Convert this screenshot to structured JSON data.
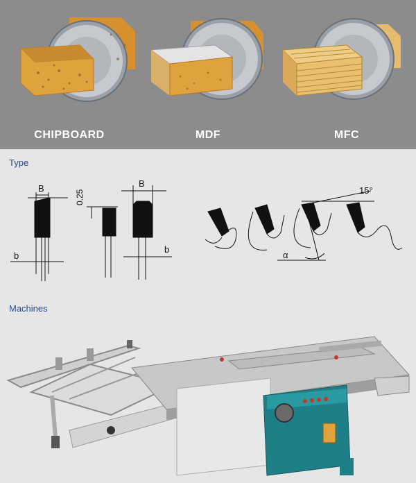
{
  "materials": [
    {
      "label": "CHIPBOARD"
    },
    {
      "label": "MDF"
    },
    {
      "label": "MFC"
    }
  ],
  "sections": {
    "type_heading": "Type",
    "machines_heading": "Machines"
  },
  "type_diagram": {
    "label_B_left": "B",
    "label_b_left": "b",
    "label_025": "0.25",
    "label_B_right": "B",
    "label_b_right": "b",
    "label_angle": "15°",
    "label_alpha": "α"
  },
  "colors": {
    "panel_bg": "#8c8c8c",
    "page_bg": "#e6e6e6",
    "heading_blue": "#2a4a8a",
    "chip_orange": "#e0a23c",
    "mdf_grey": "#d9d9d9",
    "machine_teal": "#1f7f86"
  }
}
